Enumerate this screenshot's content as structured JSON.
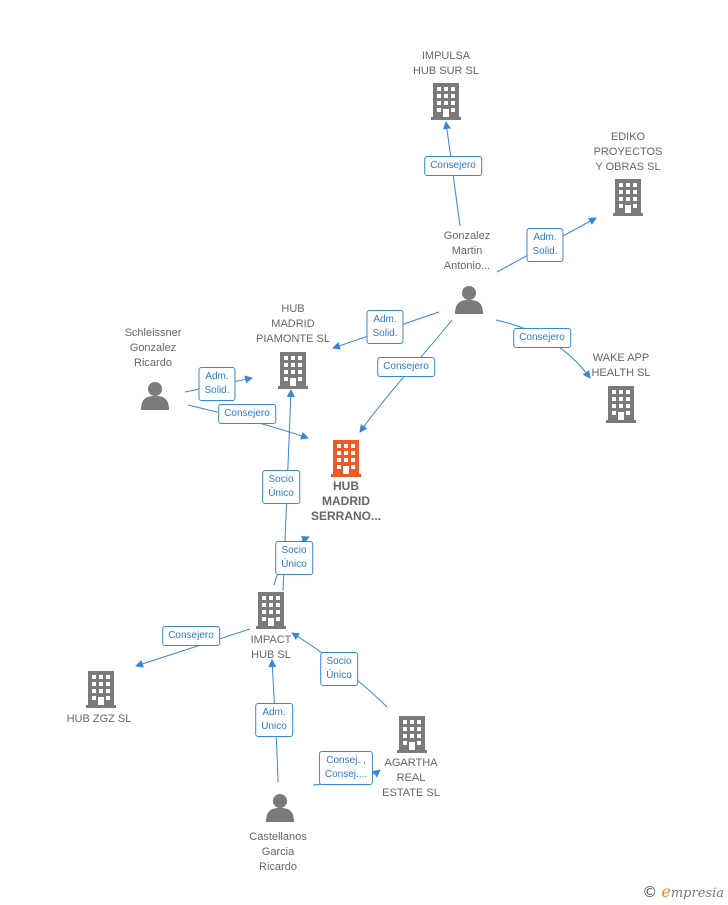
{
  "colors": {
    "edge": "#3a86d6",
    "node": "#7a7a7a",
    "highlight": "#f05a28"
  },
  "nodes": [
    {
      "id": "impulsa",
      "type": "company",
      "label": "IMPULSA\nHUB SUR  SL",
      "highlight": false
    },
    {
      "id": "ediko",
      "type": "company",
      "label": "EDIKO\nPROYECTOS\nY OBRAS  SL",
      "highlight": false
    },
    {
      "id": "gonzalez",
      "type": "person",
      "label": "Gonzalez\nMartin\nAntonio...",
      "highlight": false
    },
    {
      "id": "piamonte",
      "type": "company",
      "label": "HUB\nMADRID\nPIAMONTE  SL",
      "highlight": false
    },
    {
      "id": "schleissner",
      "type": "person",
      "label": "Schleissner\nGonzalez\nRicardo",
      "highlight": false
    },
    {
      "id": "wake",
      "type": "company",
      "label": "WAKE APP\nHEALTH SL",
      "highlight": false
    },
    {
      "id": "serrano",
      "type": "company",
      "label": "HUB\nMADRID\nSERRANO...",
      "highlight": true
    },
    {
      "id": "impact",
      "type": "company",
      "label": "IMPACT\nHUB  SL",
      "highlight": false
    },
    {
      "id": "hubzgz",
      "type": "company",
      "label": "HUB ZGZ  SL",
      "highlight": false
    },
    {
      "id": "agartha",
      "type": "company",
      "label": "AGARTHA\nREAL\nESTATE  SL",
      "highlight": false
    },
    {
      "id": "castellanos",
      "type": "person",
      "label": "Castellanos\nGarcia\nRicardo",
      "highlight": false
    }
  ],
  "edges": [
    {
      "label": "Consejero"
    },
    {
      "label": "Adm.\nSolid."
    },
    {
      "label": "Adm.\nSolid."
    },
    {
      "label": "Consejero"
    },
    {
      "label": "Consejero"
    },
    {
      "label": "Adm.\nSolid."
    },
    {
      "label": "Consejero"
    },
    {
      "label": "Socio\nÚnico"
    },
    {
      "label": "Socio\nÚnico"
    },
    {
      "label": "Consejero"
    },
    {
      "label": "Socio\nÚnico"
    },
    {
      "label": "Adm.\nUnico"
    },
    {
      "label": "Consej. ,\nConsej...."
    }
  ],
  "brand": {
    "copyright": "©",
    "initial": "e",
    "rest": "mpresia"
  }
}
